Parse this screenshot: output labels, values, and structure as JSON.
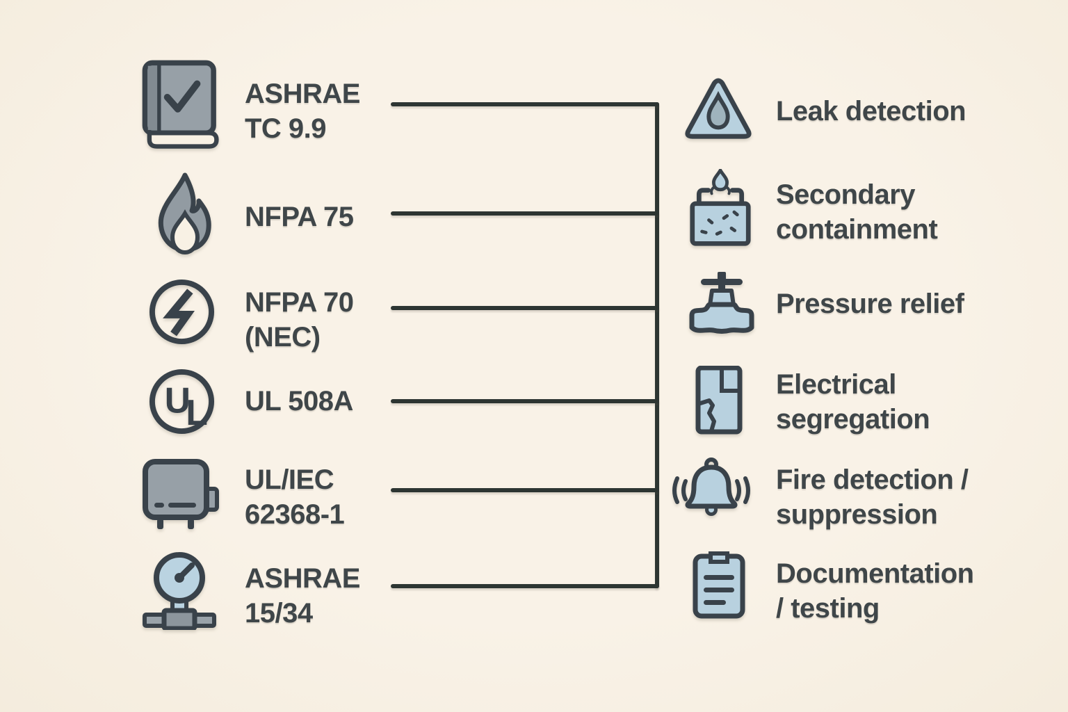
{
  "palette": {
    "background": "#f8f1e5",
    "text": "#3f4649",
    "connector_line": "#2d3532",
    "left_icon_fill": "#97a0a7",
    "right_icon_fill": "#b8d1df",
    "icon_outline": "#39424a",
    "droplet_fill": "#9fb3bd"
  },
  "left_items": [
    {
      "icon": "book-check-icon",
      "label": "ASHRAE\nTC 9.9"
    },
    {
      "icon": "flame-icon",
      "label": "NFPA 75"
    },
    {
      "icon": "lightning-circle-icon",
      "label": "NFPA 70\n(NEC)"
    },
    {
      "icon": "ul-mark-icon",
      "label": "UL 508A"
    },
    {
      "icon": "equipment-unit-icon",
      "label": "UL/IEC\n62368-1"
    },
    {
      "icon": "pressure-gauge-icon",
      "label": "ASHRAE\n15/34"
    }
  ],
  "right_items": [
    {
      "icon": "leak-warning-triangle-icon",
      "label": "Leak detection"
    },
    {
      "icon": "containment-tray-icon",
      "label": "Secondary\ncontainment"
    },
    {
      "icon": "relief-valve-icon",
      "label": "Pressure relief"
    },
    {
      "icon": "segregation-panel-icon",
      "label": "Electrical\nsegregation"
    },
    {
      "icon": "alarm-bell-icon",
      "label": "Fire detection /\nsuppression"
    },
    {
      "icon": "clipboard-icon",
      "label": "Documentation\n/ testing"
    }
  ],
  "ul_mark": {
    "u": "U",
    "l": "L"
  }
}
